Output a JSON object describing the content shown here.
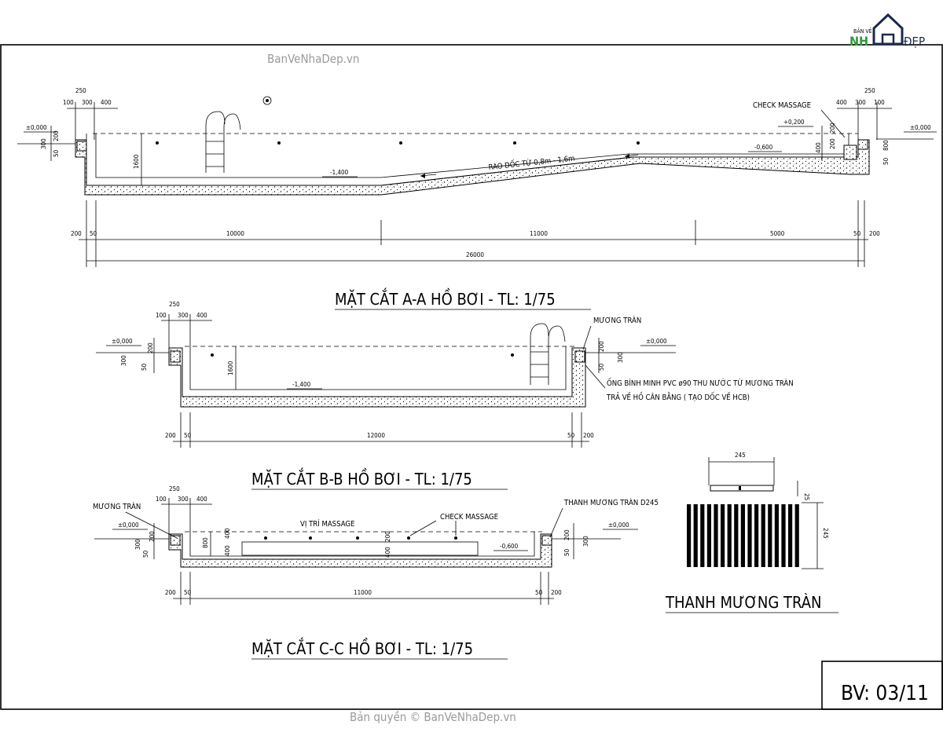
{
  "logo": {
    "top": "BẢN VẼ",
    "brand_left": "NH",
    "brand_right": "ĐẸP"
  },
  "watermark_top": "BanVeNhaDep.vn",
  "watermark_bottom": "Bản quyền © BanVeNhaDep.vn",
  "sheet_number": "BV: 03/11",
  "section_a": {
    "title": "MẶT CẮT A-A HỒ BƠI - TL: 1/75",
    "labels": {
      "check_massage": "CHECK MASSAGE",
      "slope": "RAO DỐC TỪ 0,8m - 1,6m"
    },
    "levels": {
      "left": "±0,000",
      "right": "±0,000",
      "deep": "-1,400",
      "plus": "+0,200",
      "shallow": "-0,600"
    },
    "dims_top_left": [
      "250",
      "100",
      "300",
      "400"
    ],
    "dims_top_right": [
      "250",
      "400",
      "300",
      "100"
    ],
    "dims_side_left": [
      "300",
      "200",
      "50"
    ],
    "dims_side_right": [
      "50",
      "800",
      "200",
      "200",
      "400"
    ],
    "depth": "1600",
    "dims_bottom": [
      "200",
      "50",
      "10000",
      "11000",
      "5000",
      "50",
      "200"
    ],
    "total": "26000"
  },
  "section_b": {
    "title": "MẶT CẮT B-B HỒ BƠI - TL: 1/75",
    "labels": {
      "overflow": "MƯƠNG TRÀN",
      "pipe_line1": "ỐNG BÌNH MINH PVC ø90 THU NƯỚC TỪ MƯƠNG TRÀN",
      "pipe_line2": "TRẢ VỀ HỒ CÂN BẰNG ( TẠO DỐC VỀ HCB)"
    },
    "levels": {
      "left": "±0,000",
      "right": "±0,000",
      "deep": "-1,400"
    },
    "dims_top_left": [
      "250",
      "100",
      "300",
      "400"
    ],
    "dims_side_left": [
      "300",
      "200",
      "50"
    ],
    "dims_side_right": [
      "50",
      "200",
      "300"
    ],
    "depth": "1600",
    "dims_bottom": [
      "200",
      "50",
      "12000",
      "50",
      "200"
    ]
  },
  "section_c": {
    "title": "MẶT CẮT C-C HỒ BƠI - TL: 1/75",
    "labels": {
      "overflow": "MƯƠNG TRÀN",
      "massage_pos": "VỊ TRÍ MASSAGE",
      "check_massage": "CHECK MASSAGE",
      "grate": "THANH MƯƠNG TRÀN D245"
    },
    "levels": {
      "left": "±0,000",
      "right": "±0,000",
      "shallow": "-0,600"
    },
    "dims_top_left": [
      "250",
      "100",
      "300",
      "400"
    ],
    "dims_side_left": [
      "300",
      "200",
      "50"
    ],
    "dims_inner": [
      "800",
      "400",
      "400",
      "200",
      "400"
    ],
    "dims_side_right": [
      "50",
      "200",
      "300"
    ],
    "dims_bottom": [
      "200",
      "50",
      "11000",
      "50",
      "200"
    ]
  },
  "grate_detail": {
    "title": "THANH MƯƠNG TRÀN",
    "width": "245",
    "thickness": "25",
    "length": "245"
  }
}
